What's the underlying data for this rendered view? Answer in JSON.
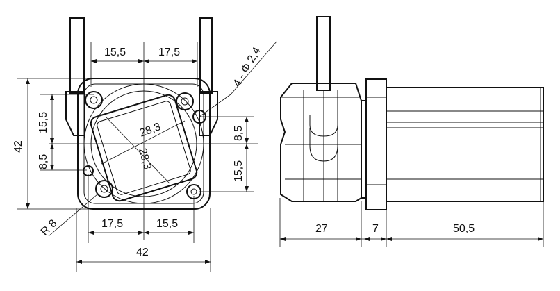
{
  "labels": {
    "top_left_width": "15,5",
    "top_right_width": "17,5",
    "holes": "4 - Φ 2,4",
    "diag_upper": "28,3",
    "diag_lower": "28,3",
    "height_total": "42",
    "left_upper": "15,5",
    "left_lower": "8,5",
    "right_upper": "8,5",
    "right_lower": "15,5",
    "radius": "R 8",
    "bottom_left": "17,5",
    "bottom_right": "15,5",
    "width_total": "42",
    "side_gearbox": "27",
    "side_flange": "7",
    "side_motor": "50,5"
  }
}
